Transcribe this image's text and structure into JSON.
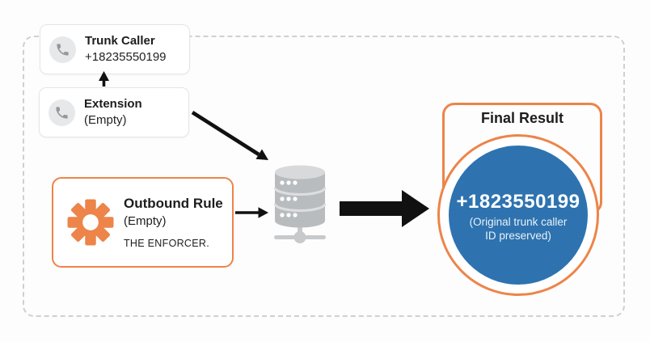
{
  "diagram": {
    "trunk_caller": {
      "title": "Trunk Caller",
      "number": "+18235550199",
      "icon": "phone-icon"
    },
    "extension": {
      "title": "Extension",
      "value": "(Empty)",
      "icon": "phone-icon"
    },
    "outbound_rule": {
      "title": "Outbound Rule",
      "value": "(Empty)",
      "note": "THE ENFORCER.",
      "icon": "gear-icon"
    },
    "processor": {
      "icon": "database-icon"
    },
    "final_result": {
      "title": "Final Result",
      "number": "+1823550199",
      "caption": "(Original trunk caller ID preserved)"
    },
    "colors": {
      "accent_orange": "#ED8449",
      "result_blue": "#2E73B0",
      "icon_gray": "#95989A",
      "database_gray": "#B9BCBE",
      "frame_dash_gray": "#CED1D2"
    }
  }
}
